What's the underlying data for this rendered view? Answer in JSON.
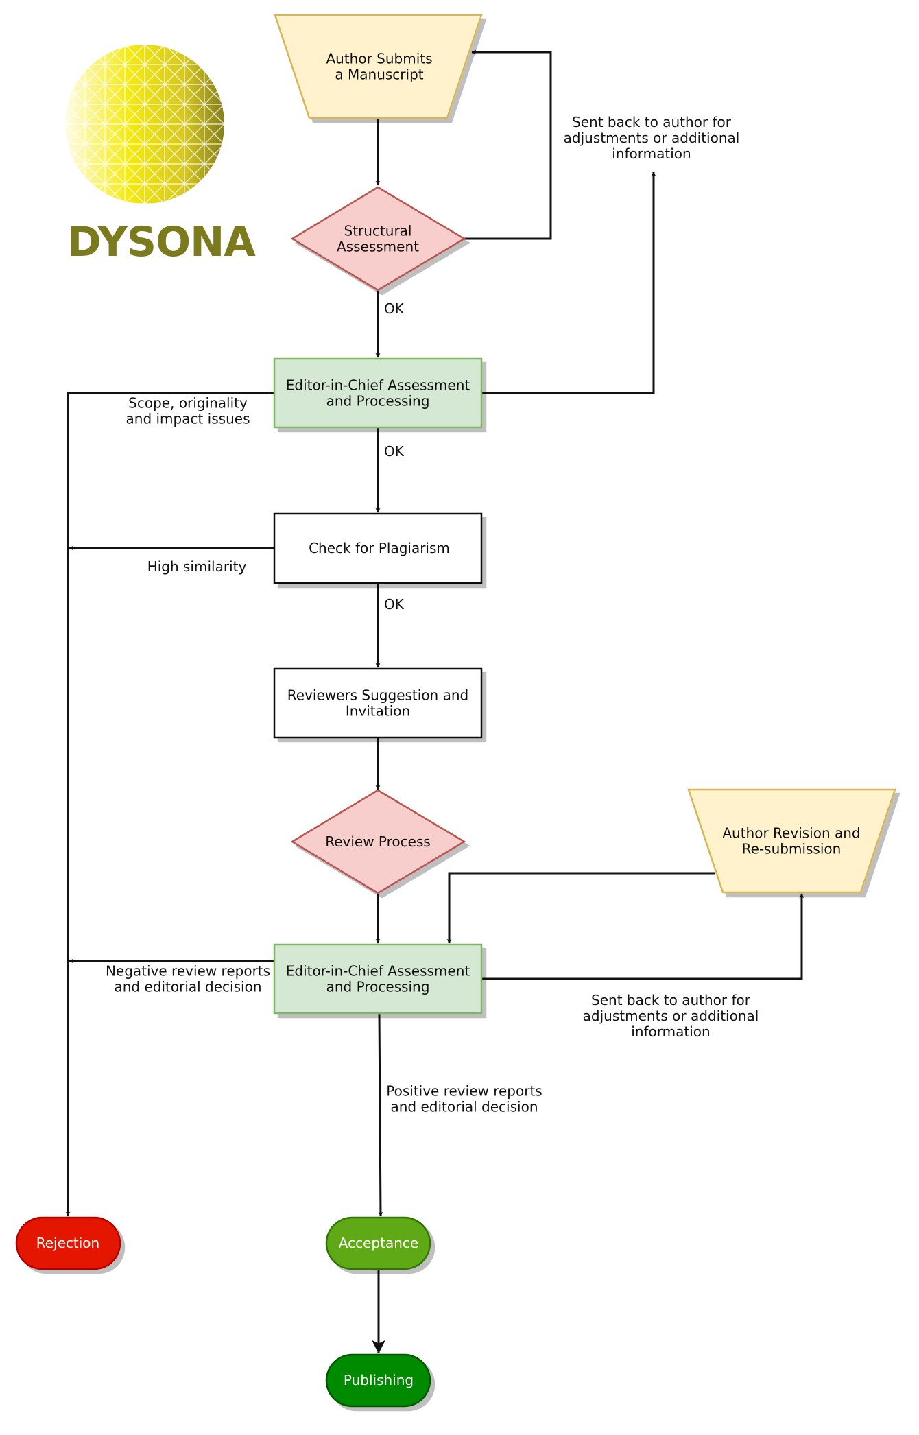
{
  "logo": {
    "text": "DYSONA"
  },
  "nodes": {
    "submit": {
      "lines": [
        "Author Submits",
        "a Manuscript"
      ]
    },
    "structural": {
      "lines": [
        "Structural",
        "Assessment"
      ]
    },
    "eic1": {
      "lines": [
        "Editor-in-Chief Assessment",
        "and Processing"
      ]
    },
    "plagiarism": {
      "lines": [
        "Check for Plagiarism"
      ]
    },
    "reviewers": {
      "lines": [
        "Reviewers Suggestion and",
        "Invitation"
      ]
    },
    "review": {
      "lines": [
        "Review Process"
      ]
    },
    "revision": {
      "lines": [
        "Author Revision and",
        "Re-submission"
      ]
    },
    "eic2": {
      "lines": [
        "Editor-in-Chief Assessment",
        "and Processing"
      ]
    },
    "rejection": {
      "lines": [
        "Rejection"
      ]
    },
    "acceptance": {
      "lines": [
        "Acceptance"
      ]
    },
    "publishing": {
      "lines": [
        "Publishing"
      ]
    }
  },
  "edge_labels": {
    "ok1": [
      "OK"
    ],
    "ok2": [
      "OK"
    ],
    "ok3": [
      "OK"
    ],
    "sent_back_1": [
      "Sent back to author for",
      "adjustments or additional",
      "information"
    ],
    "scope": [
      "Scope, originality",
      "and impact issues"
    ],
    "similarity": [
      "High similarity"
    ],
    "negative": [
      "Negative review reports",
      "and editorial decision"
    ],
    "sent_back_2": [
      "Sent back to author for",
      "adjustments or additional",
      "information"
    ],
    "positive": [
      "Positive review reports",
      "and editorial decision"
    ]
  },
  "colors": {
    "manual_fill": "#fff2cc",
    "manual_stroke": "#d6b656",
    "decision_fill": "#f8cecc",
    "decision_stroke": "#b85450",
    "eic_fill": "#d5e8d4",
    "eic_stroke": "#82b366",
    "rejection": "#e51400",
    "acceptance": "#60a917",
    "publishing": "#008a00",
    "logo_text": "#7b7b1e"
  }
}
